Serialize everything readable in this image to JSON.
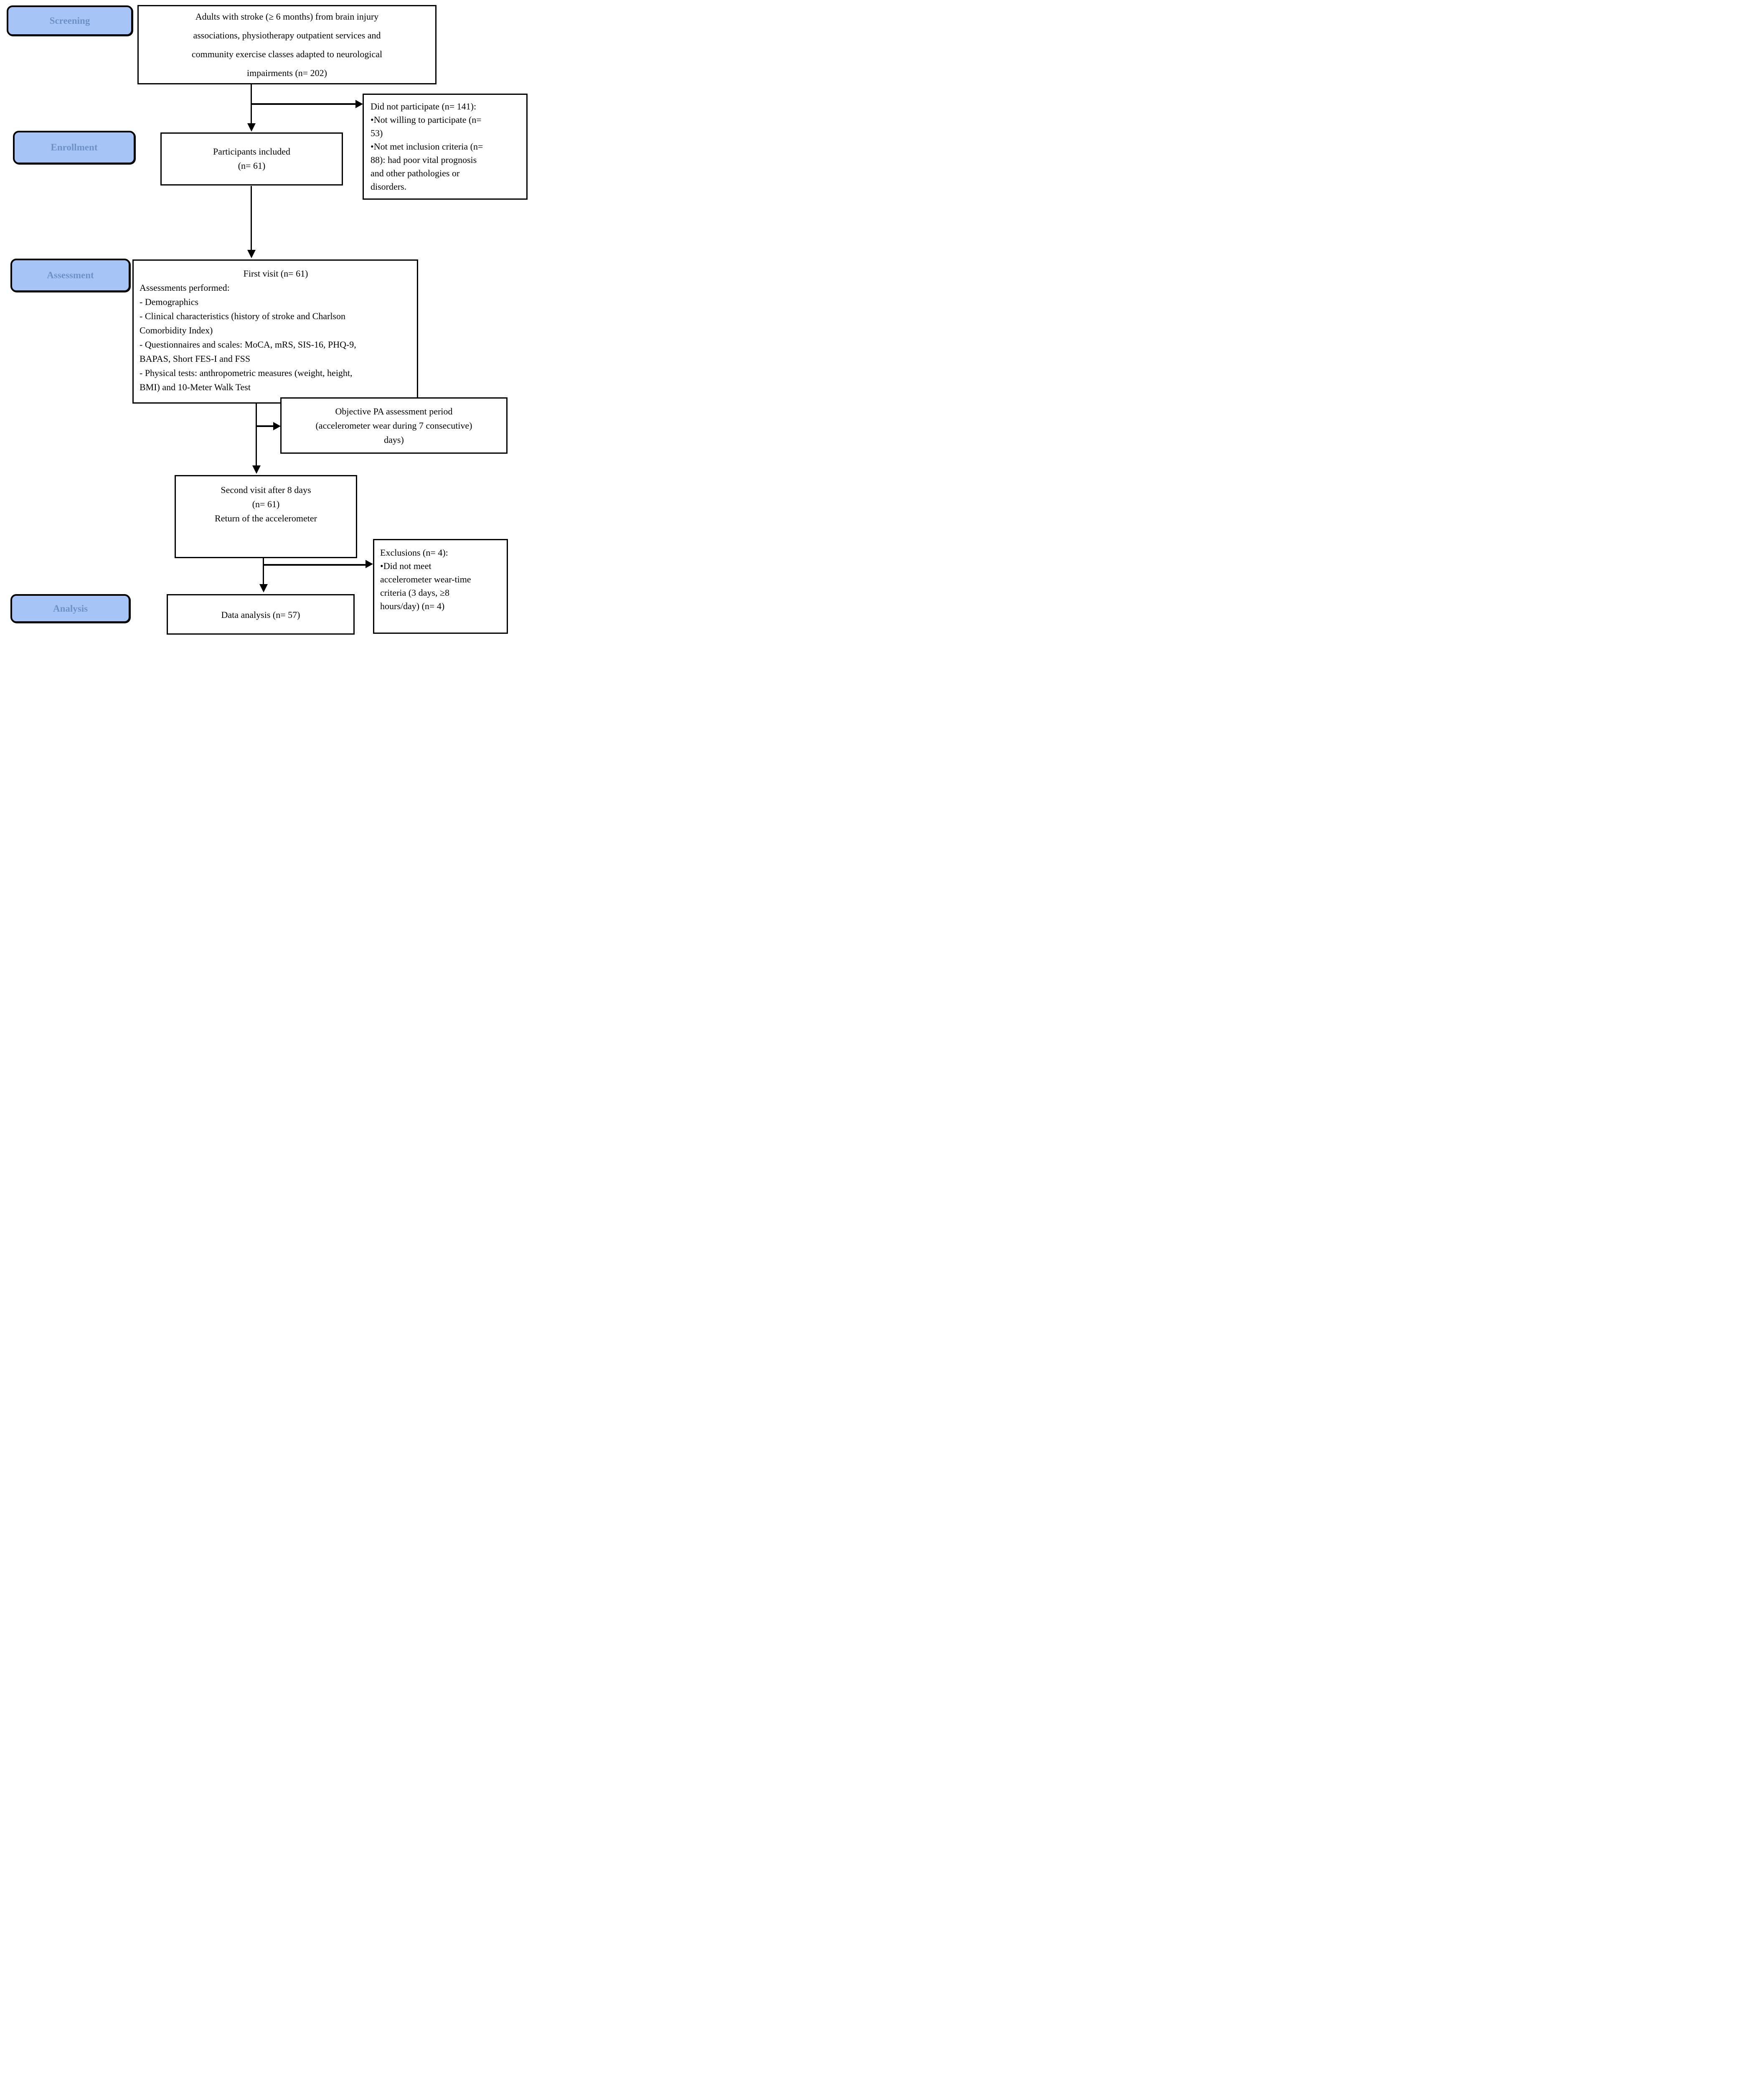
{
  "stages": {
    "screening": "Screening",
    "enrollment": "Enrollment",
    "assessment": "Assessment",
    "analysis": "Analysis"
  },
  "boxes": {
    "screened": {
      "lines": [
        "Adults with stroke (≥ 6 months) from brain injury",
        "associations, physiotherapy outpatient services and",
        "community exercise classes adapted to neurological",
        "impairments (n= 202)"
      ]
    },
    "did_not_participate": {
      "lines": [
        "Did not participate (n= 141):",
        "•Not willing to participate (n=",
        "53)",
        "•Not met inclusion criteria (n=",
        "88): had poor vital prognosis",
        "and other pathologies or",
        "disorders."
      ]
    },
    "participants": {
      "lines": [
        "Participants included",
        "(n= 61)"
      ]
    },
    "first_visit": {
      "lines": [
        "First visit (n= 61)",
        "Assessments performed:",
        "- Demographics",
        "- Clinical characteristics (history of stroke and Charlson",
        "Comorbidity Index)",
        "- Questionnaires and scales: MoCA, mRS, SIS-16, PHQ-9,",
        "BAPAS, Short FES-I and FSS",
        "- Physical tests: anthropometric measures (weight, height,",
        "BMI) and 10-Meter Walk Test"
      ]
    },
    "pa_period": {
      "lines": [
        "Objective PA assessment period",
        "(accelerometer wear during 7 consecutive)",
        "days)"
      ]
    },
    "second_visit": {
      "lines": [
        "Second visit after 8 days",
        "(n= 61)",
        "Return of the accelerometer"
      ]
    },
    "exclusions": {
      "lines": [
        "Exclusions (n= 4):",
        "•Did not meet",
        "accelerometer wear-time",
        "criteria (3 days, ≥8",
        "hours/day) (n= 4)"
      ]
    },
    "data_analysis": {
      "lines": [
        "Data analysis (n= 57)"
      ]
    }
  },
  "colors": {
    "stage_fill": "#A6C4F6",
    "stage_text": "#6E92C6",
    "box_border": "#000000",
    "arrow": "#000000",
    "background": "#FFFFFF"
  }
}
